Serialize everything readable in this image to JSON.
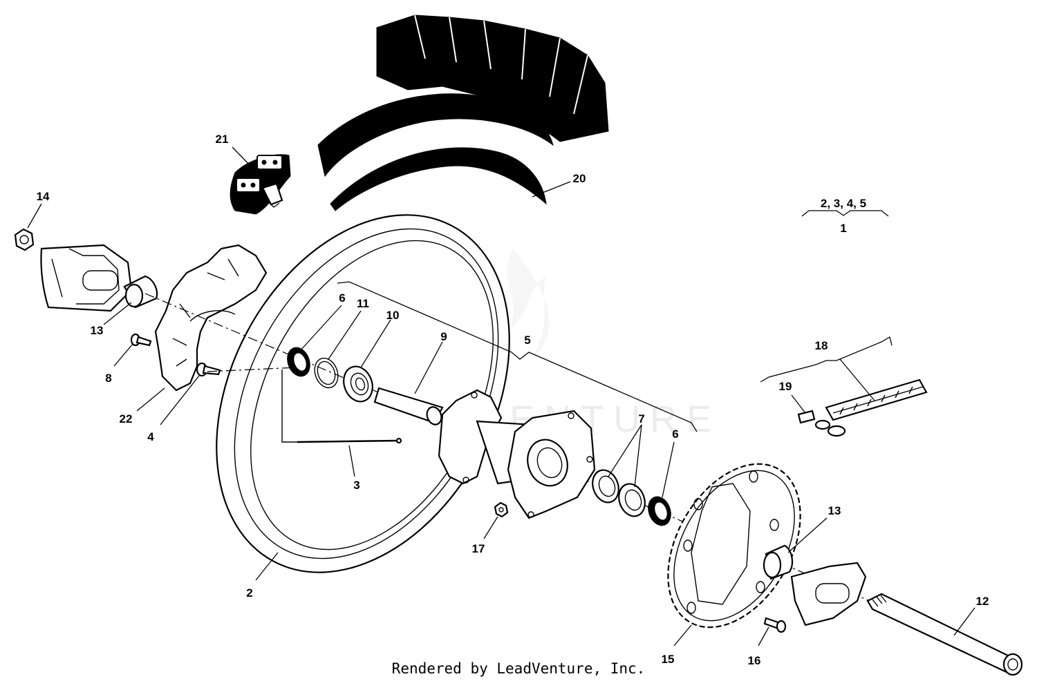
{
  "footer": "Rendered by LeadVenture, Inc.",
  "watermark": "LEADVENTURE",
  "group_note": {
    "items": "2, 3, 4, 5",
    "parent": "1"
  },
  "labels": {
    "l1": "1",
    "l2": "2",
    "l3": "3",
    "l4": "4",
    "l5": "5",
    "l6a": "6",
    "l6b": "6",
    "l7": "7",
    "l8": "8",
    "l9": "9",
    "l10": "10",
    "l11": "11",
    "l12": "12",
    "l13a": "13",
    "l13b": "13",
    "l14": "14",
    "l15": "15",
    "l16": "16",
    "l17": "17",
    "l18": "18",
    "l19": "19",
    "l20": "20",
    "l21": "21",
    "l22": "22"
  }
}
